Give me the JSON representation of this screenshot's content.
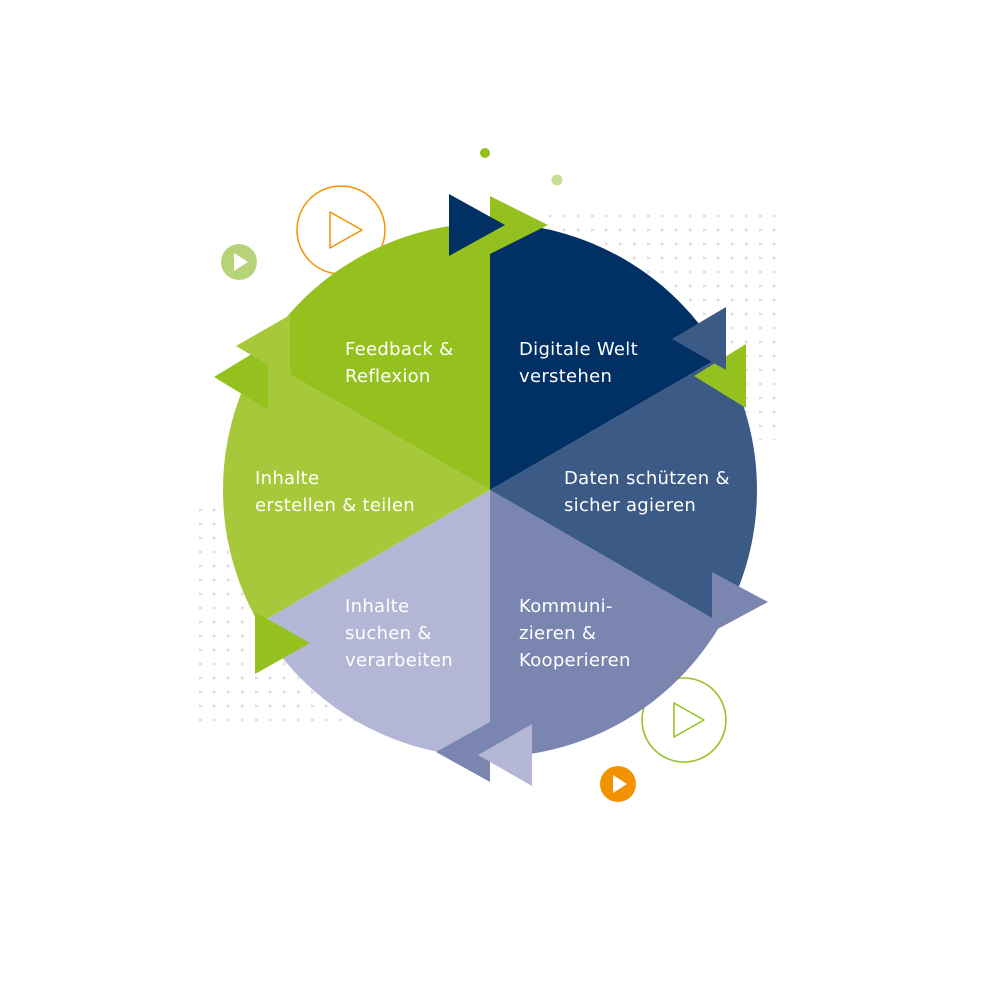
{
  "segments": [
    {
      "id": "feedback",
      "lines": [
        "Feedback &",
        "Reflexion"
      ],
      "color": "#95c11f"
    },
    {
      "id": "digitale",
      "lines": [
        "Digitale Welt",
        "verstehen"
      ],
      "color": "#003064"
    },
    {
      "id": "daten",
      "lines": [
        "Daten schützen &",
        "sicher agieren"
      ],
      "color": "#3b5a86"
    },
    {
      "id": "kommunizieren",
      "lines": [
        "Kommuni-",
        "zieren &",
        "Kooperieren"
      ],
      "color": "#7a86b0"
    },
    {
      "id": "suchen",
      "lines": [
        "Inhalte",
        "suchen &",
        "verarbeiten"
      ],
      "color": "#b3b7d5"
    },
    {
      "id": "erstellen",
      "lines": [
        "Inhalte",
        "erstellen & teilen"
      ],
      "color": "#a7c83a"
    }
  ],
  "decorations": {
    "play_icons": [
      {
        "name": "play-icon-outline-orange",
        "color": "#f39200"
      },
      {
        "name": "play-icon-filled-lightgreen",
        "color": "#b7d37a"
      },
      {
        "name": "play-icon-outline-green",
        "color": "#95c11f"
      },
      {
        "name": "play-icon-filled-orange",
        "color": "#f39200"
      }
    ],
    "dot_pattern_color": "#e3e3e3"
  }
}
